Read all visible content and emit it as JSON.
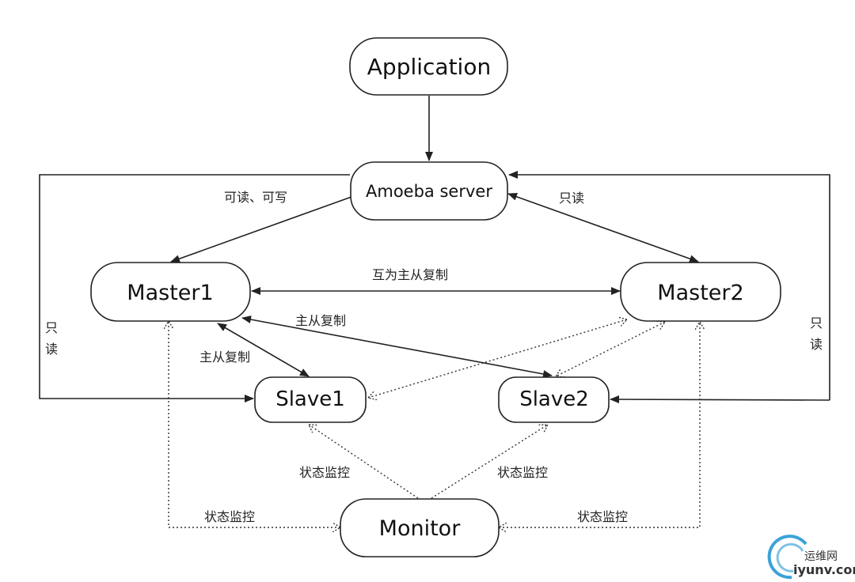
{
  "nodes": {
    "application": "Application",
    "amoeba": "Amoeba server",
    "master1": "Master1",
    "master2": "Master2",
    "slave1": "Slave1",
    "slave2": "Slave2",
    "monitor": "Monitor"
  },
  "edges": {
    "rw": "可读、可写",
    "ro_right": "只读",
    "mutual_replication": "互为主从复制",
    "replication_m1_s2": "主从复制",
    "replication_m1_s1": "主从复制",
    "ro_left_line1": "只",
    "ro_left_line2": "读",
    "ro_right_line1": "只",
    "ro_right_line2": "读",
    "monitor_s1": "状态监控",
    "monitor_s2": "状态监控",
    "monitor_m1": "状态监控",
    "monitor_m2": "状态监控"
  },
  "watermark": {
    "cn": "运维网",
    "en": "iyunv.com"
  }
}
